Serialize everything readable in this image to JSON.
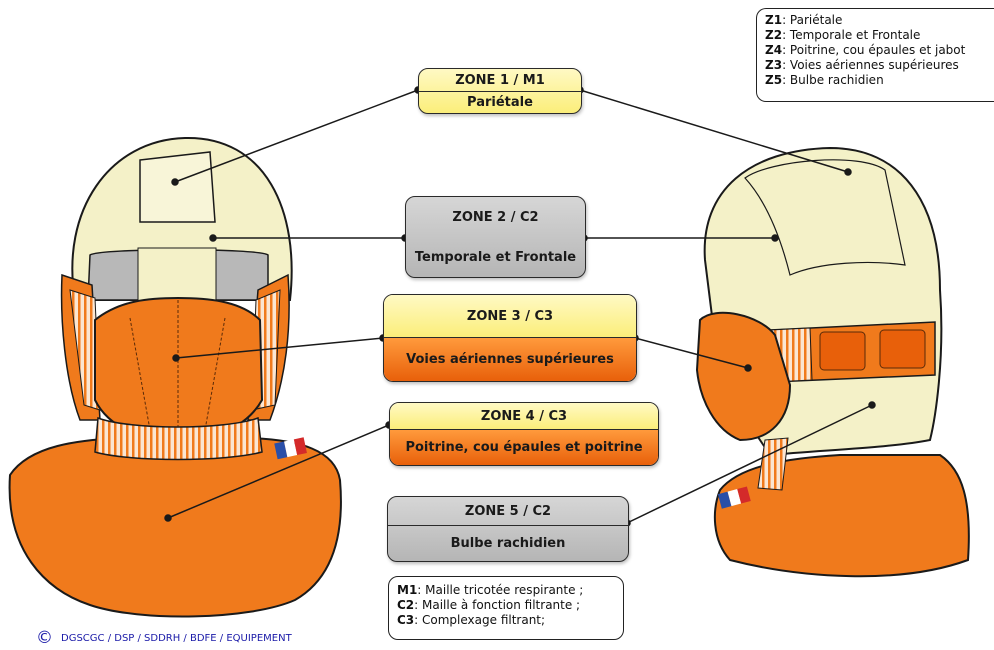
{
  "zones": [
    {
      "code": "ZONE 1 / M1",
      "name": "Pariétale"
    },
    {
      "code": "ZONE 2 / C2",
      "name": "Temporale et Frontale"
    },
    {
      "code": "ZONE 3 / C3",
      "name": "Voies aériennes supérieures"
    },
    {
      "code": "ZONE 4 / C3",
      "name": "Poitrine, cou épaules et poitrine"
    },
    {
      "code": "ZONE 5 / C2",
      "name": "Bulbe rachidien"
    }
  ],
  "zone_legend": [
    {
      "key": "Z1",
      "text": ": Pariétale"
    },
    {
      "key": "Z2",
      "text": ": Temporale et Frontale"
    },
    {
      "key": "Z4",
      "text": ": Poitrine, cou épaules et jabot"
    },
    {
      "key": "Z3",
      "text": ": Voies aériennes supérieures"
    },
    {
      "key": "Z5",
      "text": ": Bulbe rachidien"
    }
  ],
  "material_legend": [
    {
      "key": "M1",
      "text": ": Maille tricotée respirante ;"
    },
    {
      "key": "C2",
      "text": ": Maille à fonction filtrante ;"
    },
    {
      "key": "C3",
      "text": ": Complexage filtrant;"
    }
  ],
  "credit": {
    "symbol": "©",
    "text": "DGSCGC / DSP / SDDRH / BDFE / EQUIPEMENT"
  },
  "colors": {
    "cream": "#f4f1c8",
    "orange": "#f07a1c",
    "grey": "#b8b8b8",
    "yellow": "#fbf2a0",
    "flag_blue": "#2a4fa8",
    "flag_red": "#d42a2a"
  }
}
